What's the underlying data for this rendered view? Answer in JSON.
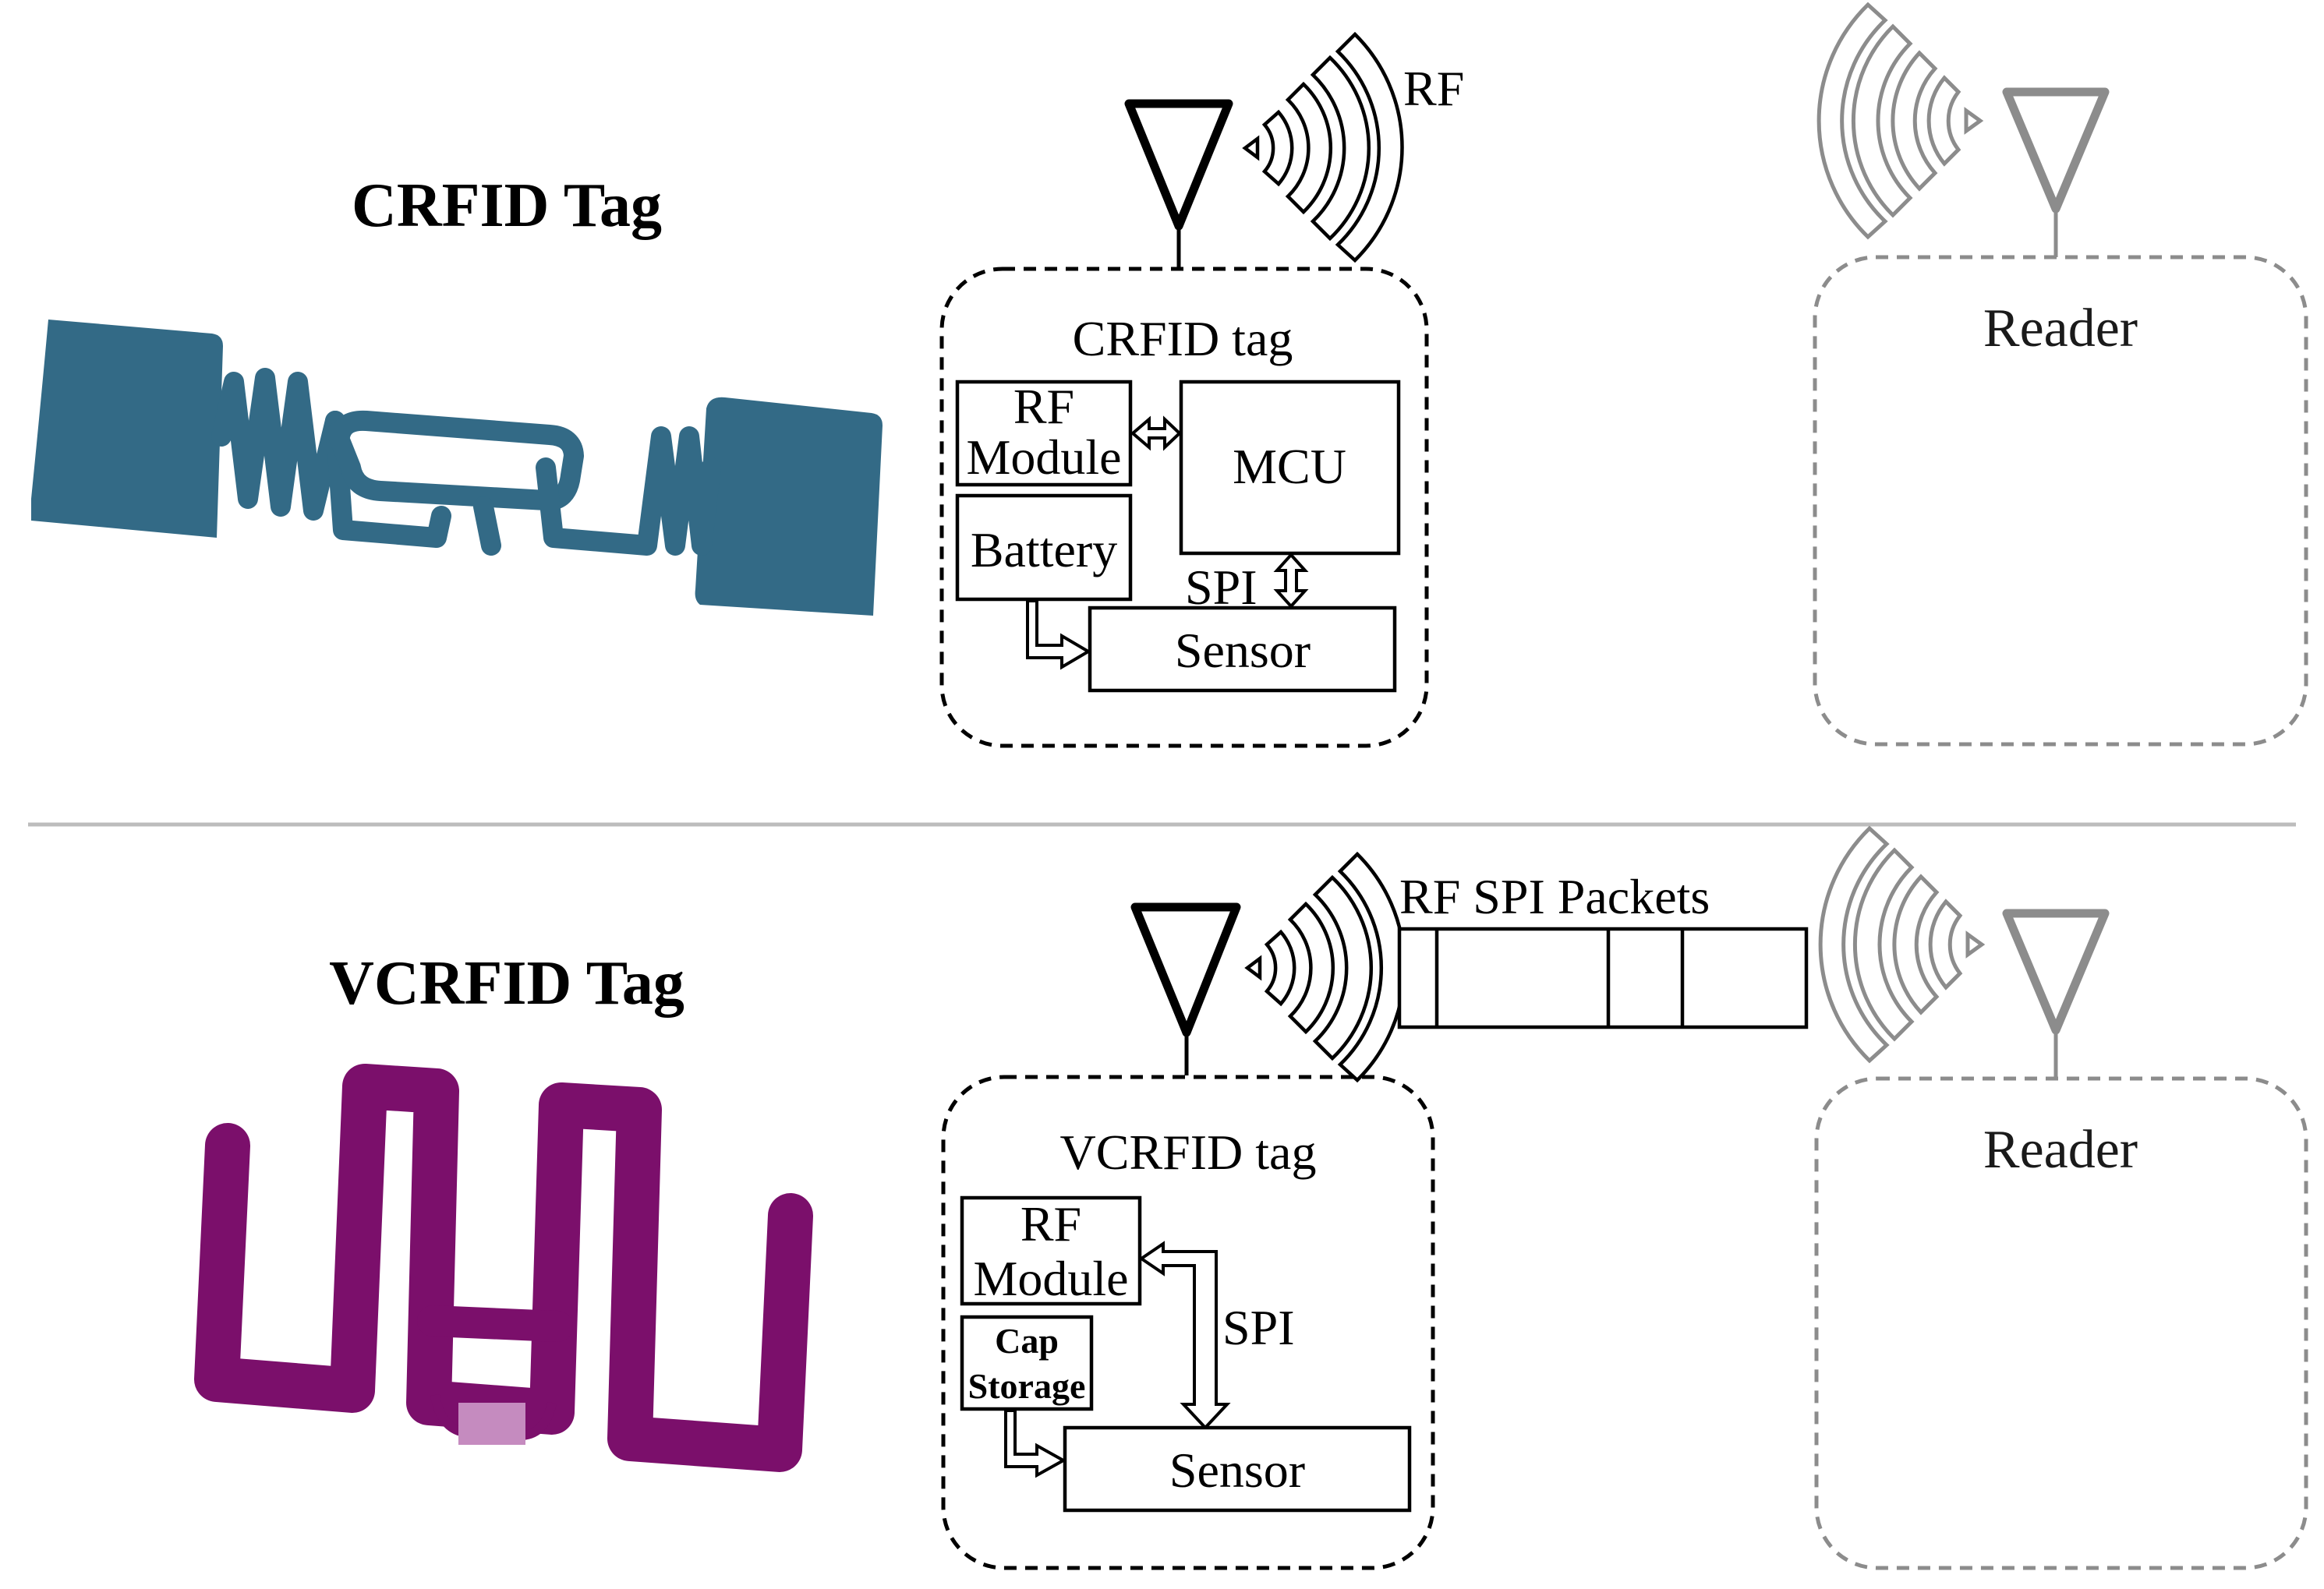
{
  "top": {
    "heading": "CRFID Tag",
    "rf_label": "RF",
    "tag_box": {
      "title": "CRFID tag",
      "rf_module_line1": "RF",
      "rf_module_line2": "Module",
      "mcu": "MCU",
      "battery": "Battery",
      "spi": "SPI",
      "sensor": "Sensor"
    },
    "reader_label": "Reader",
    "tag_color": "#336a86"
  },
  "bottom": {
    "heading": "VCRFID Tag",
    "rf_label": "RF SPI Packets",
    "tag_box": {
      "title": "VCRFID tag",
      "rf_module_line1": "RF",
      "rf_module_line2": "Module",
      "cap_line1": "Cap",
      "cap_line2": "Storage",
      "spi": "SPI",
      "sensor": "Sensor"
    },
    "reader_label": "Reader",
    "tag_color": "#7b0f6b",
    "chip_color": "#c58bbf"
  },
  "colors": {
    "reader_gray": "#8c8c8c",
    "divider": "#bdbdbd"
  }
}
